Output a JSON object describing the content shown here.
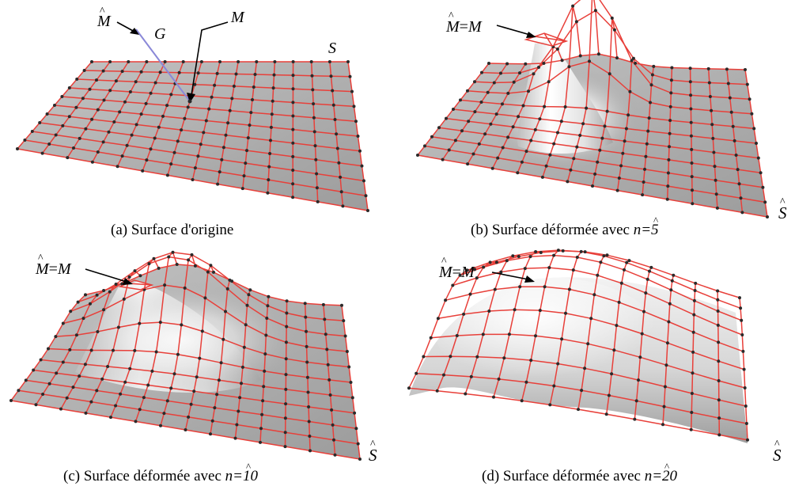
{
  "panels": [
    {
      "id": "a",
      "caption": "(a) Surface d'origine",
      "labels": {
        "mhat": "M",
        "g": "G",
        "m": "M",
        "s": "S"
      }
    },
    {
      "id": "b",
      "caption_prefix": "(b) Surface déformée avec ",
      "n_symbol": "n",
      "n_value": "=5",
      "label_point": "M=M",
      "label_point_parts": {
        "left": "M",
        "eq": "=",
        "right": "M"
      },
      "label_surface": "S"
    },
    {
      "id": "c",
      "caption_prefix": "(c) Surface déformée avec ",
      "n_symbol": "n",
      "n_value": "=10",
      "label_point_parts": {
        "left": "M",
        "eq": "=",
        "right": "M"
      },
      "label_surface": "S"
    },
    {
      "id": "d",
      "caption_prefix": "(d) Surface déformée avec ",
      "n_symbol": "n",
      "n_value": "=20",
      "label_point_parts": {
        "left": "M",
        "eq": "=",
        "right": "M"
      },
      "label_surface": "S"
    }
  ],
  "colors": {
    "grid": "#e8403a",
    "surface_light": "#e9e9e9",
    "surface_dark": "#9a9a9a",
    "node": "#2a2a2a",
    "guide": "#8a88d8"
  }
}
